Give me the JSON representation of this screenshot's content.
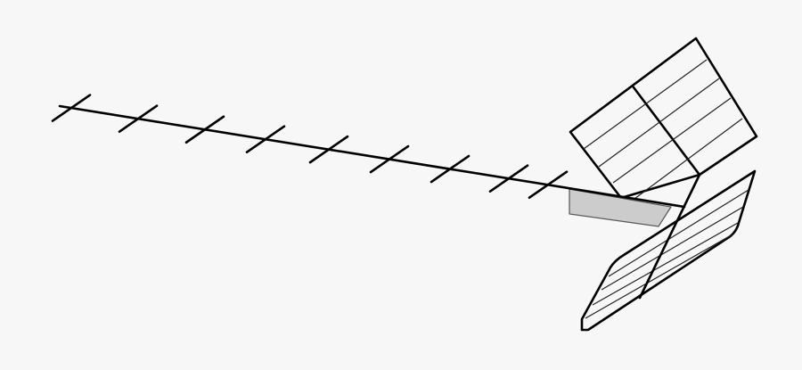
{
  "illustration": {
    "subject": "antenna",
    "colors": {
      "background": "#f7f7f7",
      "line": "#000000",
      "bracket_fill": "#cccccc"
    },
    "director_count": 9,
    "reflector_panels": 2
  }
}
